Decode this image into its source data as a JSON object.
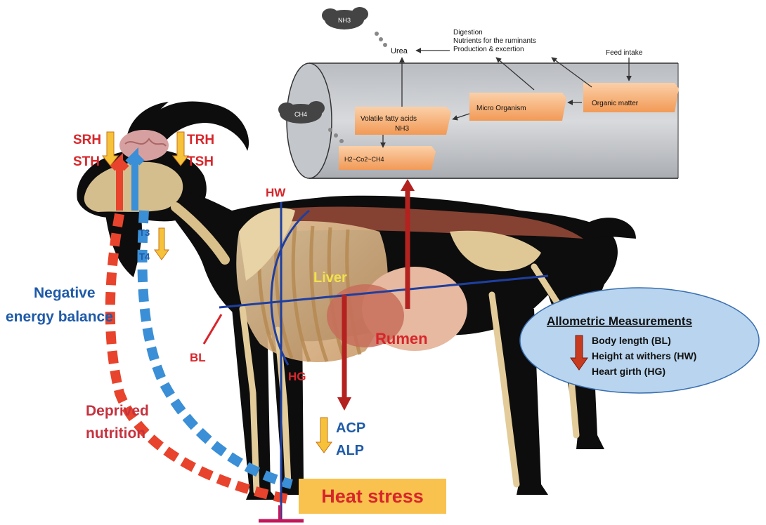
{
  "hormones": {
    "srh": "SRH",
    "sth": "STH",
    "trh": "TRH",
    "tsh": "TSH",
    "t3": "T3",
    "t4": "T4"
  },
  "left_labels": {
    "negative_energy_line1": "Negative",
    "negative_energy_line2": "energy balance",
    "deprived_line1": "Deprived",
    "deprived_line2": "nutrition"
  },
  "body_labels": {
    "hw": "HW",
    "bl": "BL",
    "hg": "HG",
    "liver": "Liver",
    "rumen": "Rumen"
  },
  "enzymes": {
    "acp": "ACP",
    "alp": "ALP"
  },
  "heat_stress": "Heat stress",
  "rumen_diagram": {
    "nh3": "NH3",
    "urea": "Urea",
    "digestion_line1": "Digestion",
    "digestion_line2": "Nutrients for the ruminants",
    "digestion_line3": "Production & excertion",
    "feed_intake": "Feed intake",
    "ch4": "CH4",
    "vfa": "Volatile fatty acids",
    "nh3_box": "NH3",
    "micro": "Micro Organism",
    "organic": "Organic matter",
    "gases": "H2~Co2~CH4"
  },
  "allometric": {
    "title": "Allometric Measurements",
    "items": [
      "Body length (BL)",
      "Height at withers (HW)",
      "Heart girth (HG)"
    ]
  },
  "colors": {
    "red": "#d7262b",
    "blue": "#1e5aa8",
    "chevron_red": "#e8432c",
    "chevron_blue": "#3a8fd6",
    "yellow_arrow": "#f5c23a",
    "heat_box": "#f9c24e",
    "dark_red_arrow": "#b3221f",
    "ellipse": "#b8d4ee"
  }
}
